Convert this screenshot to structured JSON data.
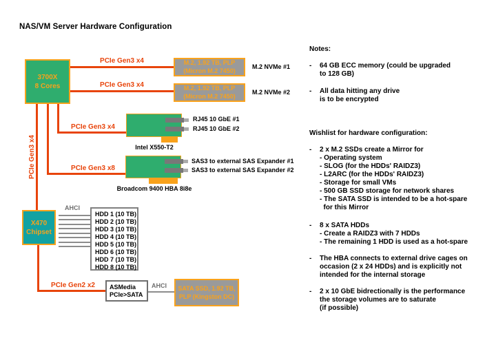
{
  "title": "NAS/VM Server Hardware Configuration",
  "bullet_marker": "-",
  "colors": {
    "component_green": "#2fad6e",
    "component_teal": "#12a2a2",
    "accent_orange": "#f9a21b",
    "link_red_orange": "#e8440b",
    "drive_gray": "#9a9a9a"
  },
  "diagram": {
    "cpu": {
      "label": "3700X\n8 Cores"
    },
    "chipset": {
      "label": "X470\nChipset"
    },
    "links": {
      "m2_1": "PCIe Gen3 x4",
      "m2_2": "PCIe Gen3 x4",
      "nic": "PCIe Gen3 x4",
      "hba": "PCIe Gen3 x8",
      "chipset": "PCIe Gen3 x4",
      "sata": "PCIe Gen2 x2",
      "ahci_top": "AHCI",
      "ahci_bottom": "AHCI"
    },
    "m2_drives": [
      {
        "box": "M.2, 1.92 TB, PLP\n(Micron M.2 7450)",
        "label": "M.2 NVMe #1"
      },
      {
        "box": "M.2, 1.92 TB, PLP\n(Micron M.2 7450)",
        "label": "M.2 NVMe #2"
      }
    ],
    "nic": {
      "name": "Intel X550-T2",
      "ports": [
        "RJ45 10 GbE #1",
        "RJ45 10 GbE #2"
      ]
    },
    "hba": {
      "name": "Broadcom 9400 HBA 8i8e",
      "ports": [
        "SAS3 to external SAS Expander #1",
        "SAS3 to external SAS Expander #2"
      ]
    },
    "hdds": [
      "HDD 1 (10 TB)",
      "HDD 2 (10 TB)",
      "HDD 3 (10 TB)",
      "HDD 4 (10 TB)",
      "HDD 5 (10 TB)",
      "HDD 6 (10 TB)",
      "HDD 7 (10 TB)",
      "HDD 8 (10 TB)"
    ],
    "sata_bridge": {
      "label": "ASMedia\nPCIe>SATA"
    },
    "sata_ssd": {
      "label": "SATA SSD, 1.92 TB,\nPLP (Kingston DC)"
    }
  },
  "notes": {
    "heading": "Notes:",
    "items": [
      "64 GB ECC memory (could be upgraded\nto 128 GB)",
      "All data hitting any drive\nis to be encrypted"
    ]
  },
  "wishlist": {
    "heading": "Wishlist for hardware configuration:",
    "items": [
      "2 x M.2 SSDs create a Mirror for\n- Operating system\n- SLOG (for the HDDs' RAIDZ3)\n- L2ARC (for the HDDs' RAIDZ3)\n- Storage for small VMs\n- 500 GB SSD storage for network shares\n- The SATA SSD is intended to be a hot-spare\n  for this Mirror",
      "8 x SATA HDDs\n- Create a RAIDZ3 with 7 HDDs\n- The remaining 1 HDD is used as a hot-spare",
      "The HBA connects to external drive cages on\noccasion (2 x 24 HDDs) and is explicitly not\nintended for the internal storage",
      "2 x 10 GbE bidrectionally is the performance\nthe storage volumes are to saturate\n(if possible)"
    ]
  }
}
